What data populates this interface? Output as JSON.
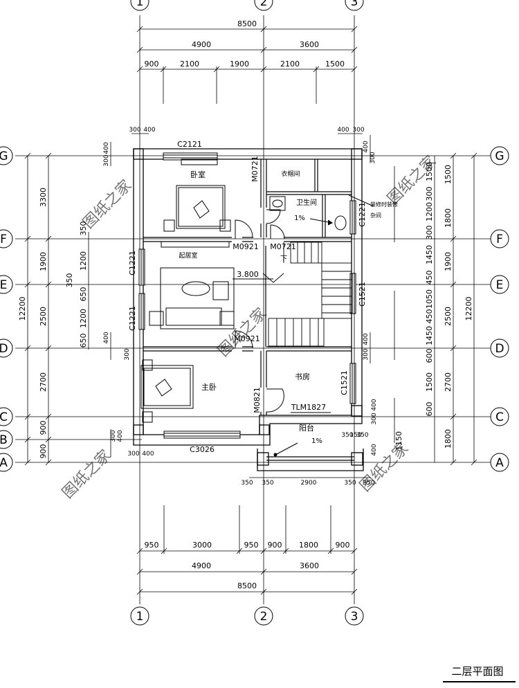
{
  "title": "二层平面图",
  "watermark": "图纸之家",
  "axes_vertical": [
    "1",
    "2",
    "3"
  ],
  "axes_horizontal": [
    "G",
    "F",
    "E",
    "D",
    "C",
    "B",
    "A"
  ],
  "dims_top": {
    "total": "8500",
    "parts": [
      "4900",
      "3600"
    ],
    "sub": [
      "900",
      "2100",
      "1900",
      "2100",
      "1500"
    ],
    "small_left": [
      "300",
      "400"
    ],
    "small_right": [
      "400",
      "300"
    ]
  },
  "dims_bottom": {
    "balcony": [
      "350",
      "350",
      "2900",
      "350",
      "350"
    ],
    "sub": [
      "950",
      "3000",
      "950",
      "900",
      "1800",
      "900"
    ],
    "parts": [
      "4900",
      "3600"
    ],
    "total": "8500"
  },
  "dims_left": {
    "total": "12200",
    "parts": [
      "3300",
      "1900",
      "2500",
      "2700",
      "900",
      "900"
    ],
    "inner": [
      "350",
      "1200",
      "350",
      "650",
      "1200",
      "650"
    ],
    "small": [
      "400",
      "300",
      "400",
      "300",
      "300",
      "400",
      "300",
      "400"
    ]
  },
  "dims_right": {
    "total": "12200",
    "parts": [
      "1500",
      "1800",
      "1900",
      "2500",
      "2700",
      "1800"
    ],
    "inner": [
      "1500",
      "300",
      "1200",
      "300",
      "1450",
      "450",
      "1050",
      "450",
      "1450",
      "600",
      "1500",
      "600",
      "1150"
    ],
    "small": [
      "400",
      "300",
      "400",
      "300",
      "400",
      "300",
      "400",
      "350",
      "150",
      "350"
    ]
  },
  "rooms": {
    "bedroom": "卧室",
    "closet": "衣帽间",
    "bathroom": "卫生间",
    "slope_bath": "1%",
    "laundry": "装修时装修",
    "storage": "杂间",
    "living": "起居室",
    "master": "主卧",
    "study": "书房",
    "balcony": "阳台",
    "slope_balcony": "1%",
    "level": "3.800",
    "stair_down": "下"
  },
  "openings": {
    "C2121": "C2121",
    "M0721a": "M0721",
    "M0921a": "M0921",
    "M0721b": "M0721",
    "C1221a": "C1221",
    "C1221b": "C1221",
    "C1221c": "C1221",
    "C1521a": "C1521",
    "M0921b": "M0921",
    "C1521b": "C1521",
    "M0821": "M0821",
    "TLM1827": "TLM1827",
    "C3026": "C3026"
  }
}
